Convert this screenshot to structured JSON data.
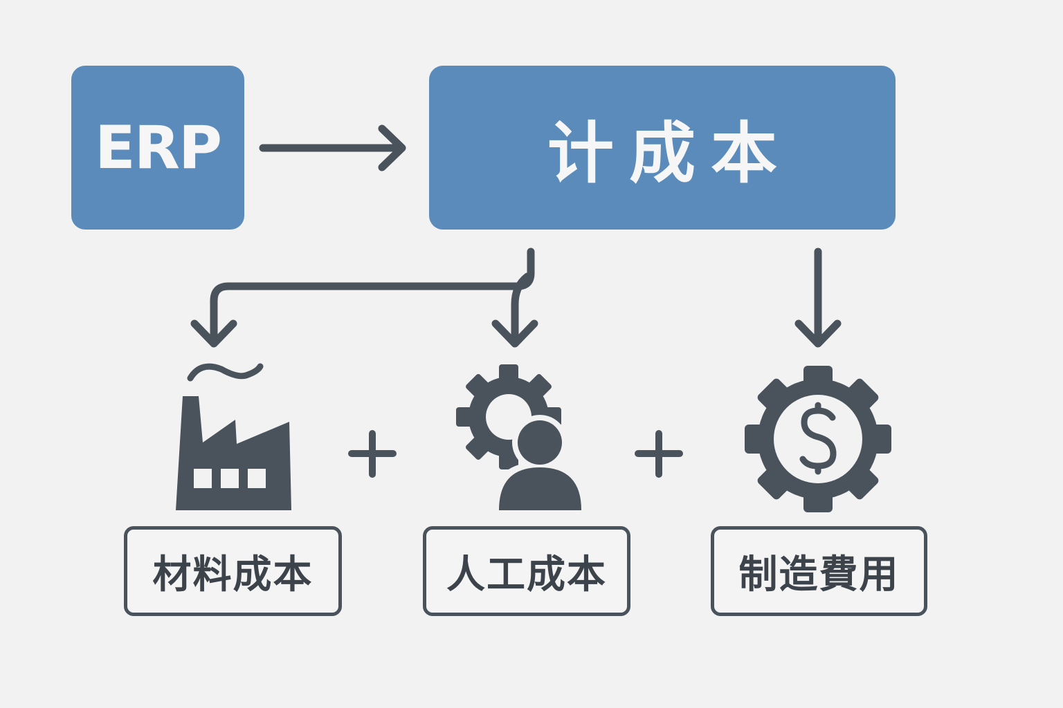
{
  "diagram": {
    "source_node": {
      "label": "ERP"
    },
    "target_node": {
      "label": "计成本"
    },
    "components": [
      {
        "label": "材料成本",
        "icon": "factory-icon"
      },
      {
        "label": "人工成本",
        "icon": "person-gear-icon"
      },
      {
        "label": "制造費用",
        "icon": "gear-dollar-icon"
      }
    ],
    "operators": [
      "+",
      "+"
    ],
    "colors": {
      "background": "#f1f2f1",
      "primary_box": "#5b8bba",
      "primary_text": "#f5f6f5",
      "icon_and_line": "#4a535c",
      "label_text": "#3c434a"
    }
  }
}
